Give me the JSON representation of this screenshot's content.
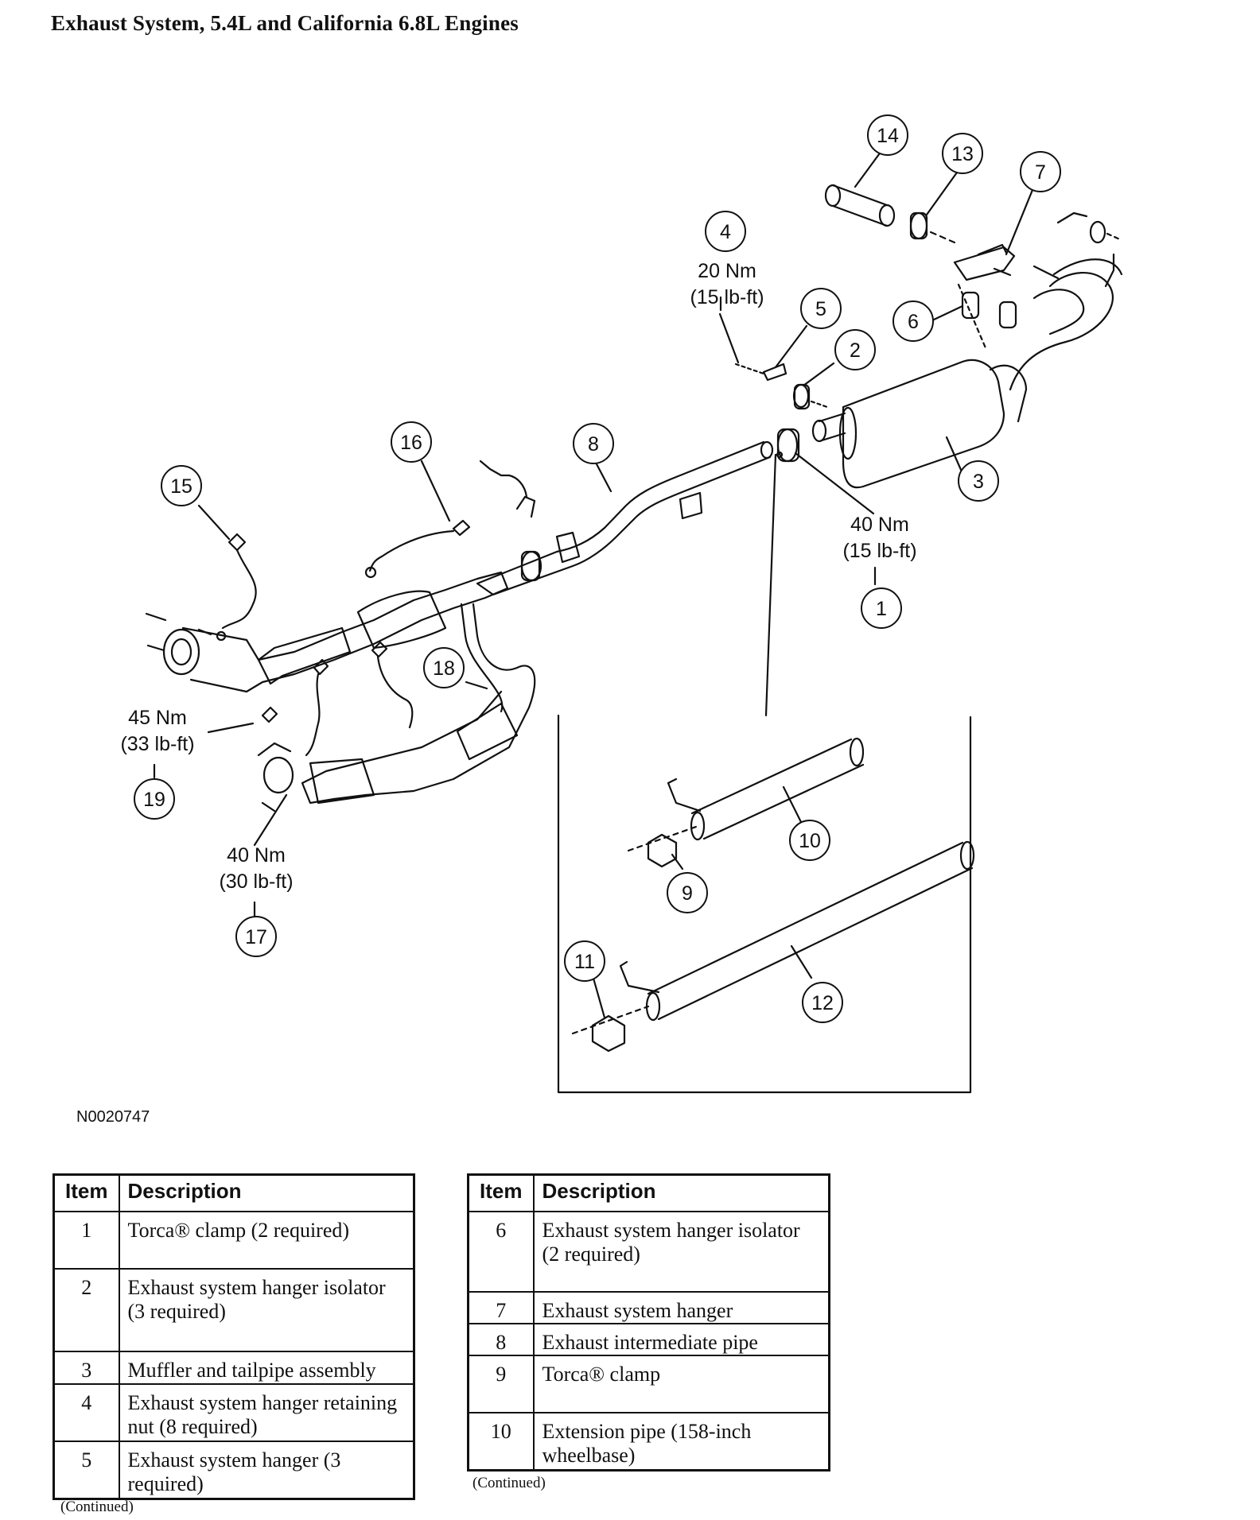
{
  "page": {
    "title": "Exhaust System, 5.4L and California 6.8L Engines",
    "figure_id": "N0020747",
    "continued": "(Continued)"
  },
  "callouts": [
    {
      "n": "1",
      "torque": [
        "40 Nm",
        "(15 lb-ft)"
      ]
    },
    {
      "n": "2"
    },
    {
      "n": "3"
    },
    {
      "n": "4",
      "torque": [
        "20 Nm",
        "(15 lb-ft)"
      ]
    },
    {
      "n": "5"
    },
    {
      "n": "6"
    },
    {
      "n": "7"
    },
    {
      "n": "8"
    },
    {
      "n": "9"
    },
    {
      "n": "10"
    },
    {
      "n": "11"
    },
    {
      "n": "12"
    },
    {
      "n": "13"
    },
    {
      "n": "14"
    },
    {
      "n": "15"
    },
    {
      "n": "16"
    },
    {
      "n": "17",
      "torque": [
        "40 Nm",
        "(30 lb-ft)"
      ]
    },
    {
      "n": "18"
    },
    {
      "n": "19",
      "torque": [
        "45 Nm",
        "(33 lb-ft)"
      ]
    }
  ],
  "table_headers": {
    "item": "Item",
    "description": "Description"
  },
  "table_left": [
    {
      "item": "1",
      "description": "Torca® clamp (2 required)"
    },
    {
      "item": "2",
      "description": "Exhaust system hanger isolator (3 required)"
    },
    {
      "item": "3",
      "description": "Muffler and tailpipe assembly"
    },
    {
      "item": "4",
      "description": "Exhaust system hanger retaining nut (8 required)"
    },
    {
      "item": "5",
      "description": "Exhaust system hanger (3 required)"
    }
  ],
  "table_right": [
    {
      "item": "6",
      "description": "Exhaust system hanger isolator (2 required)"
    },
    {
      "item": "7",
      "description": "Exhaust system hanger"
    },
    {
      "item": "8",
      "description": "Exhaust intermediate pipe"
    },
    {
      "item": "9",
      "description": "Torca® clamp"
    },
    {
      "item": "10",
      "description": "Extension pipe (158-inch wheelbase)"
    }
  ]
}
